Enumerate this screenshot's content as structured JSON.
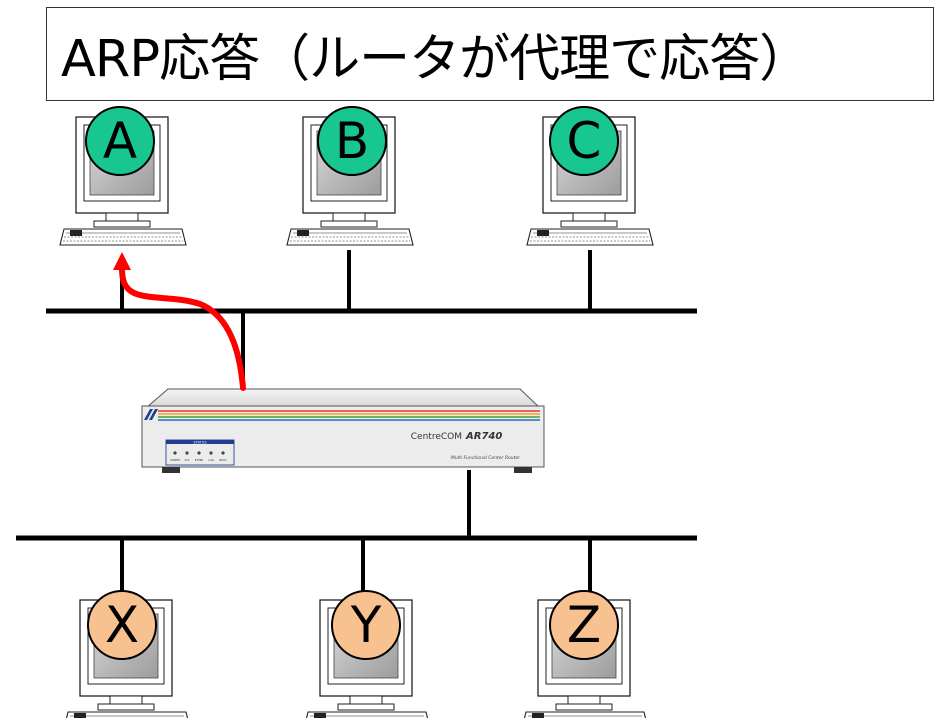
{
  "title": "ARP応答（ルータが代理で応答）",
  "colors": {
    "upper_host_fill": "#17c78f",
    "lower_host_fill": "#f8c290",
    "reply_arrow": "#ff0000",
    "network_line": "#000000"
  },
  "upper_hosts": [
    {
      "label": "A"
    },
    {
      "label": "B"
    },
    {
      "label": "C"
    }
  ],
  "lower_hosts": [
    {
      "label": "X"
    },
    {
      "label": "Y"
    },
    {
      "label": "Z"
    }
  ],
  "router": {
    "brand": "CentreCOM",
    "model": "AR740",
    "subtitle": "Multi-Functional Center Router",
    "panel_label": "STATUS",
    "led_labels": [
      "POWER",
      "SYS",
      "ETHER",
      "LAN",
      "BOOT"
    ]
  }
}
